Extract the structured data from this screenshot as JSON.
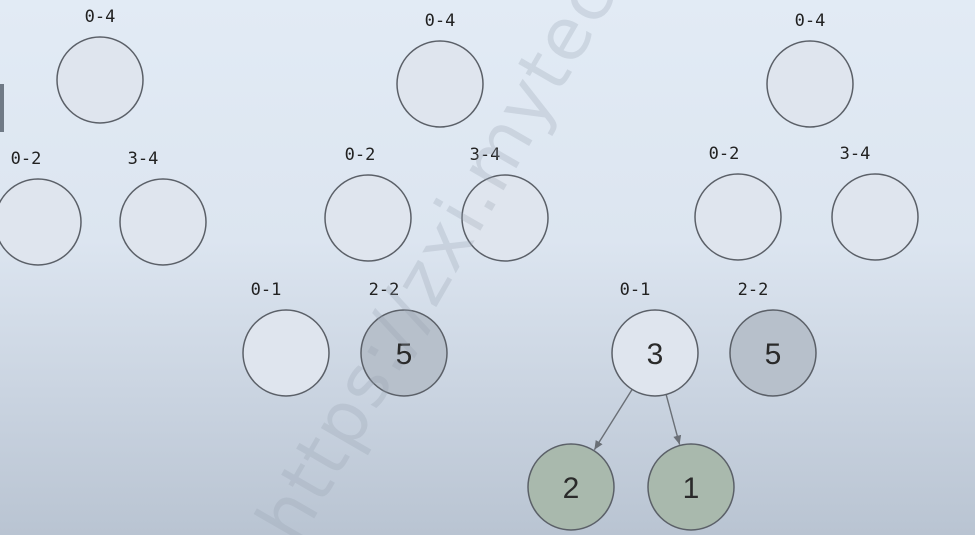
{
  "diagram": {
    "trees": [
      {
        "nodes": [
          {
            "label": "0-4",
            "value": "",
            "state": "empty"
          },
          {
            "label": "0-2",
            "value": "",
            "state": "empty"
          },
          {
            "label": "3-4",
            "value": "",
            "state": "empty"
          }
        ],
        "edges": []
      },
      {
        "nodes": [
          {
            "label": "0-4",
            "value": "",
            "state": "empty"
          },
          {
            "label": "0-2",
            "value": "",
            "state": "empty"
          },
          {
            "label": "3-4",
            "value": "",
            "state": "empty"
          },
          {
            "label": "0-1",
            "value": "",
            "state": "empty"
          },
          {
            "label": "2-2",
            "value": "5",
            "state": "filled"
          }
        ],
        "edges": []
      },
      {
        "nodes": [
          {
            "label": "0-4",
            "value": "",
            "state": "empty"
          },
          {
            "label": "0-2",
            "value": "",
            "state": "empty"
          },
          {
            "label": "3-4",
            "value": "",
            "state": "empty"
          },
          {
            "label": "0-1",
            "value": "3",
            "state": "active"
          },
          {
            "label": "2-2",
            "value": "5",
            "state": "filled"
          },
          {
            "label": "",
            "value": "2",
            "state": "leaf"
          },
          {
            "label": "",
            "value": "1",
            "state": "leaf"
          }
        ],
        "edges": [
          {
            "from": 3,
            "to": 5
          },
          {
            "from": 3,
            "to": 6
          }
        ]
      }
    ]
  },
  "colors": {
    "empty": "#dfe5ee",
    "filled": "#b7c0cb",
    "active": "#dfe5ee",
    "leaf": "#a9b9ad",
    "stroke": "#5b6068",
    "edge": "#6a6f76"
  },
  "watermark": "https://zxi.mytechroad.com/blog/ 花花酱 LeetCode"
}
